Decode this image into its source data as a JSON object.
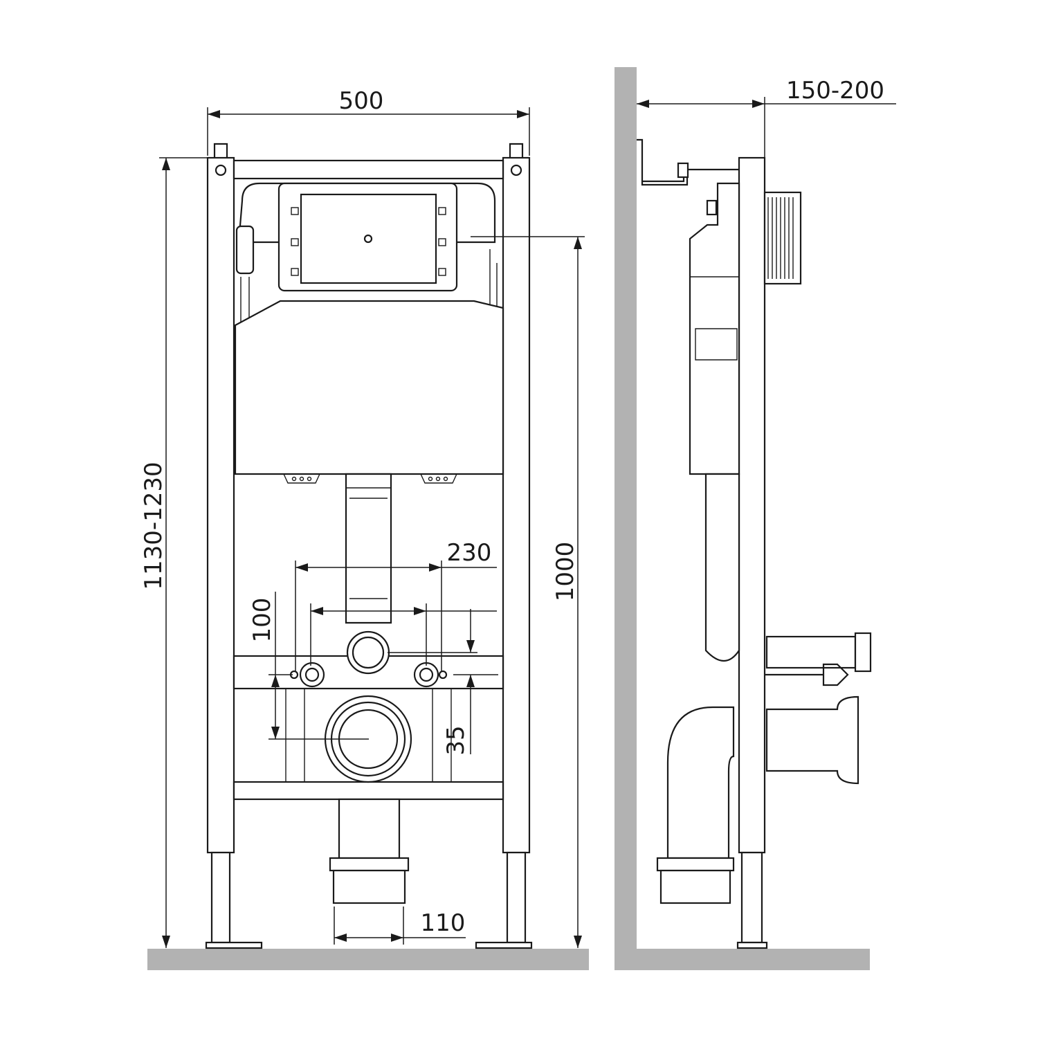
{
  "drawing": {
    "front_view": {
      "width_label": "500",
      "height_label": "1130-1230",
      "actuator_height_label": "1000",
      "bolt_spacing_label": "230",
      "outlet_offset_label": "100",
      "inlet_offset_label": "35",
      "drain_diameter_label": "110"
    },
    "side_view": {
      "wall_distance_label": "150-200"
    },
    "colors": {
      "line": "#1a1a1a",
      "floor_wall": "#b2b2b2"
    }
  }
}
